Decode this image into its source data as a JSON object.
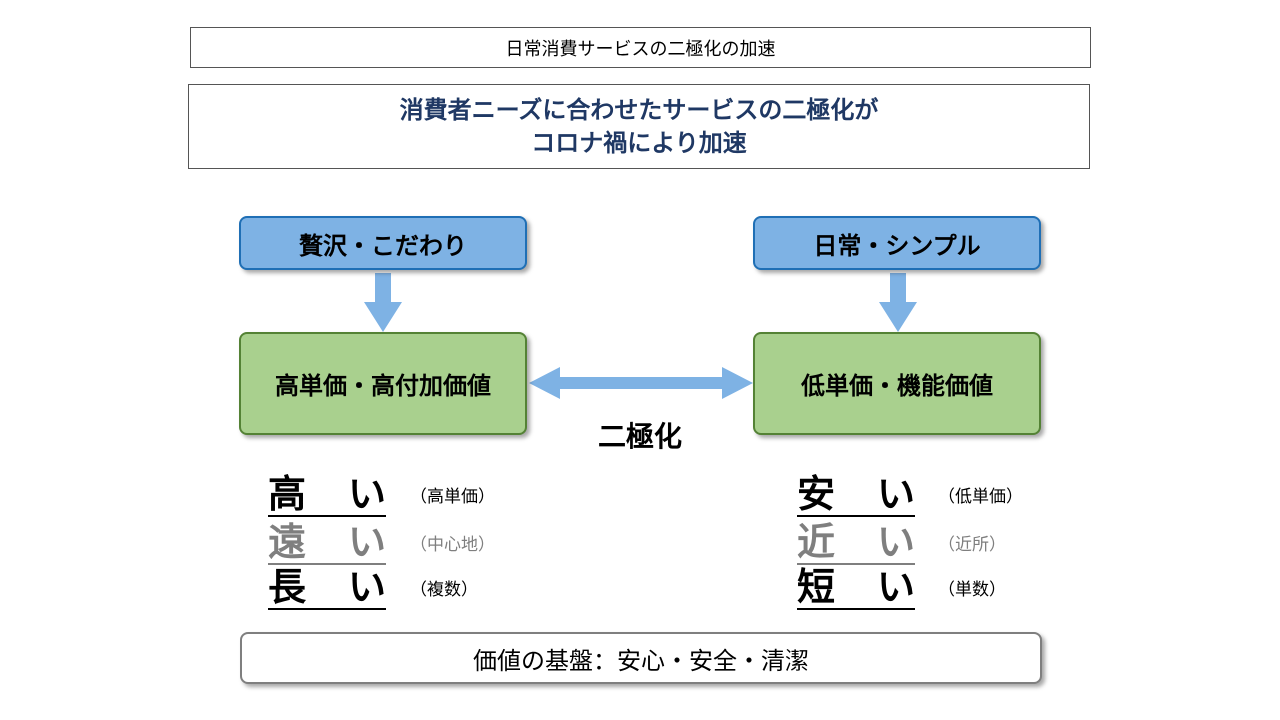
{
  "header": {
    "title": "日常消費サービスの二極化の加速"
  },
  "headline": {
    "line1": "消費者ニーズに合わせたサービスの二極化が",
    "line2": "コロナ禍により加速"
  },
  "left": {
    "top_label": "贅沢・こだわり",
    "box_label": "高単価・高付加価値",
    "words": [
      {
        "kanji": "高",
        "kana": "い",
        "note": "（高単価）"
      },
      {
        "kanji": "遠",
        "kana": "い",
        "note": "（中心地）"
      },
      {
        "kanji": "長",
        "kana": "い",
        "note": "（複数）"
      }
    ]
  },
  "right": {
    "top_label": "日常・シンプル",
    "box_label": "低単価・機能価値",
    "words": [
      {
        "kanji": "安",
        "kana": "い",
        "note": "（低単価）"
      },
      {
        "kanji": "近",
        "kana": "い",
        "note": "（近所）"
      },
      {
        "kanji": "短",
        "kana": "い",
        "note": "（単数）"
      }
    ]
  },
  "middle": {
    "label": "二極化"
  },
  "footer": {
    "label": "価値の基盤：安心・安全・清潔"
  },
  "colors": {
    "blue_fill": "#7eb2e4",
    "green_fill": "#a9d08e",
    "arrow": "#7eb2e4",
    "headline_text": "#1f3864"
  }
}
